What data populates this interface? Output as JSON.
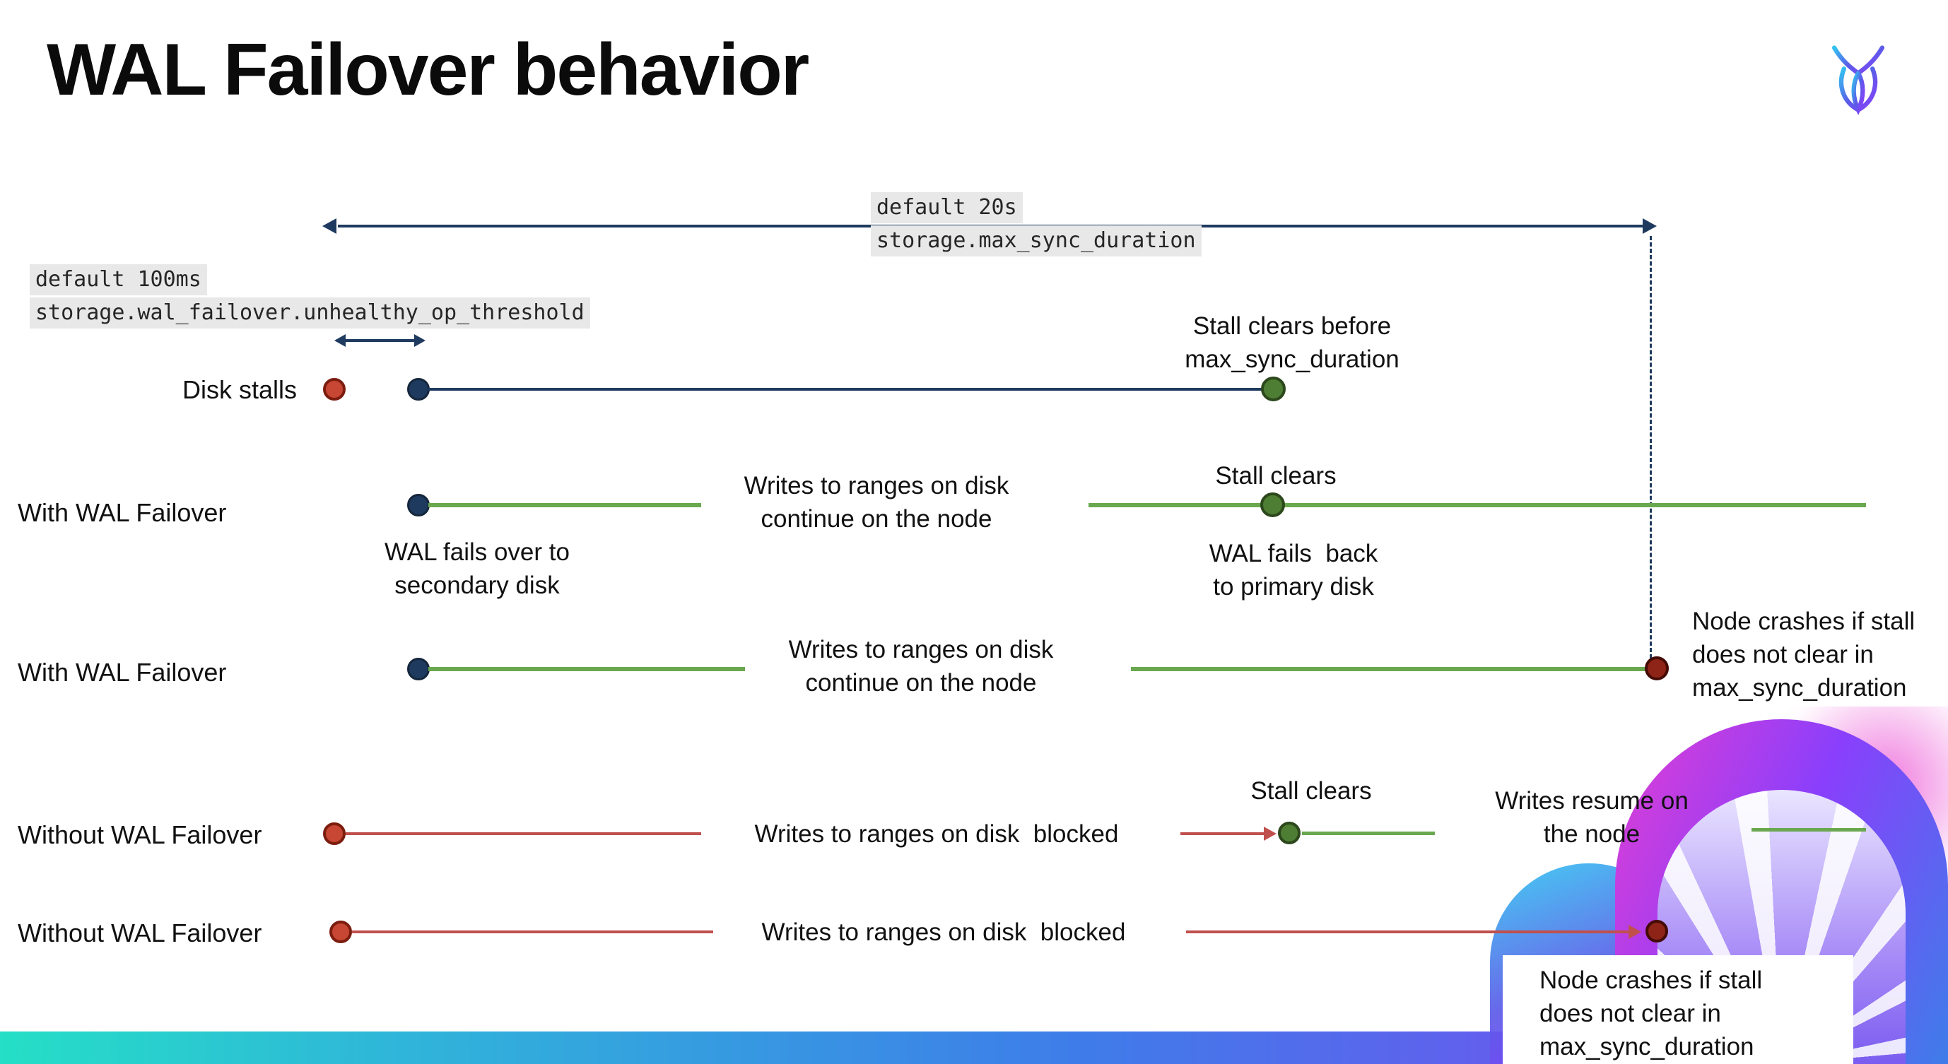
{
  "title": "WAL Failover behavior",
  "icons": {
    "logo": "cockroachdb-logo"
  },
  "config": {
    "max_sync_duration": {
      "default_label": "default 20s",
      "setting": "storage.max_sync_duration"
    },
    "unhealthy_op_threshold": {
      "default_label": "default 100ms",
      "setting": "storage.wal_failover.unhealthy_op_threshold"
    }
  },
  "rows": [
    {
      "label": "Disk stalls",
      "stall_clears_note": "Stall clears before\nmax_sync_duration"
    },
    {
      "label": "With WAL Failover",
      "failover_note": "WAL fails over to\nsecondary disk",
      "writes_note": "Writes to ranges on disk\ncontinue on the node",
      "stall_clears": "Stall clears",
      "failback_note": "WAL fails  back\nto primary disk"
    },
    {
      "label": "With WAL Failover",
      "writes_note": "Writes to ranges on disk\ncontinue on the node",
      "crash_note": "Node crashes if stall\ndoes not clear in\nmax_sync_duration"
    },
    {
      "label": "Without WAL Failover",
      "blocked_note": "Writes to ranges on disk  blocked",
      "stall_clears": "Stall clears",
      "resume_note": "Writes resume on\nthe node"
    },
    {
      "label": "Without WAL Failover",
      "blocked_note": "Writes to ranges on disk  blocked",
      "crash_note": "Node crashes if stall\ndoes not clear in\nmax_sync_duration"
    }
  ],
  "colors": {
    "navy": "#1F3A5F",
    "green": "#6AA84F",
    "red": "#C0504D",
    "stall_dot_green": "#4E7E33",
    "crash_red": "#8E2417",
    "label_highlight": "#E8E8E8",
    "bar_gradient_start": "#25DFC6",
    "bar_gradient_end": "#8A3FFC"
  }
}
